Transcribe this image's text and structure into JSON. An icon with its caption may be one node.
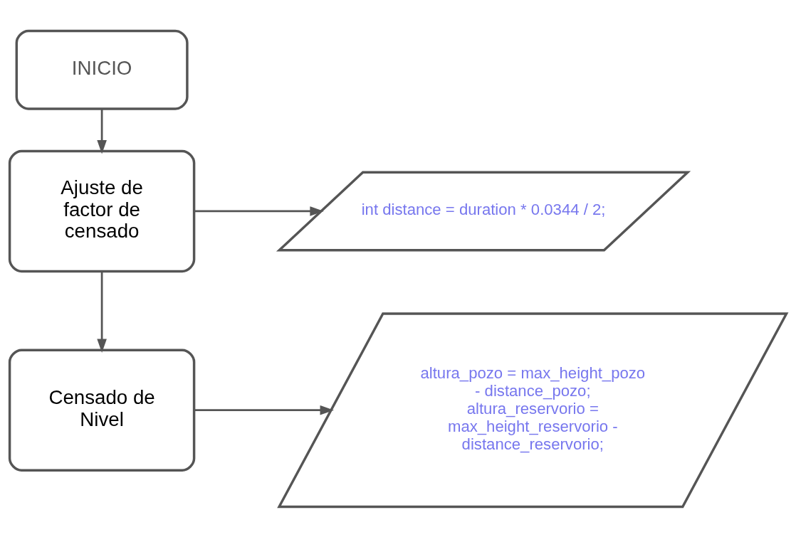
{
  "diagram": {
    "nodes": [
      {
        "text": [
          "INICIO"
        ]
      },
      {
        "text": [
          "Ajuste de factor de censado"
        ]
      },
      {
        "text": [
          "int distance = duration * 0.0344 / 2;"
        ]
      },
      {
        "text": [
          "Censado de Nivel"
        ]
      },
      {
        "text": [
          "altura_pozo = max_height_pozo - distance_pozo; altura_reservorio = max_height_reservorio - distance_reservorio;"
        ]
      }
    ],
    "edges": [
      {
        "from": 0,
        "to": 1,
        "arrow": "to"
      },
      {
        "from": 1,
        "to": 2,
        "arrow": "to"
      },
      {
        "from": 1,
        "to": 3,
        "arrow": "to"
      },
      {
        "from": 3,
        "to": 4,
        "arrow": "to"
      }
    ]
  }
}
